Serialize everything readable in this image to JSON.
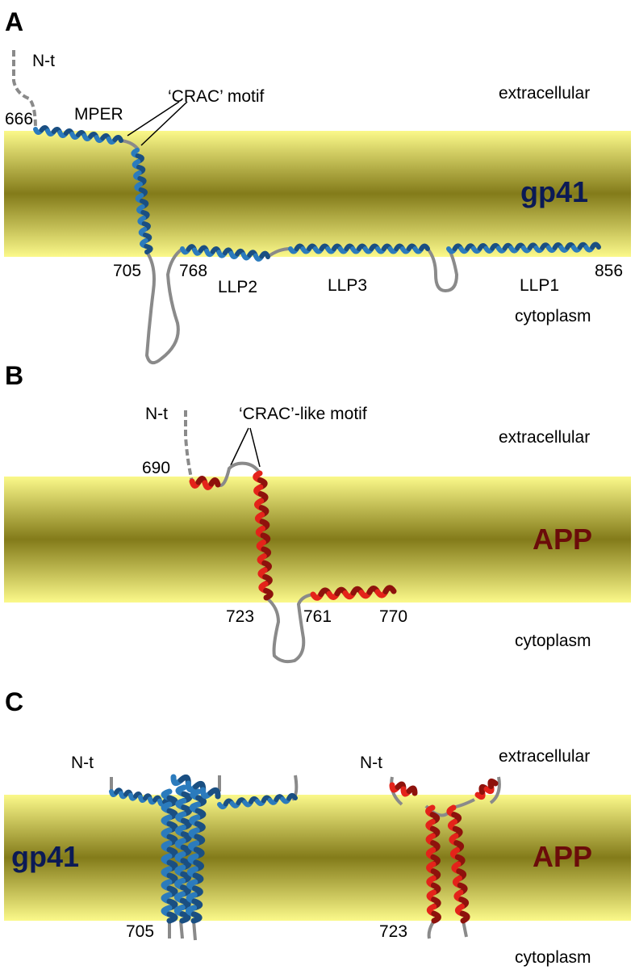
{
  "colors": {
    "membrane_outer": "#fbf98a",
    "membrane_core": "#837b1a",
    "gp41_helix": "#2b7bbd",
    "gp41_helix_dark": "#1a4f82",
    "app_helix": "#e4231a",
    "app_helix_dark": "#8e120c",
    "coil": "#8a8a8a",
    "gp41_label": "#0b1a55",
    "app_label": "#6b0c0a"
  },
  "icons": {
    "helix": "alpha-helix-ribbon-icon",
    "coil": "random-coil-icon",
    "membrane": "lipid-bilayer-band"
  },
  "panels": {
    "a": {
      "letter": "A",
      "protein": "gp41",
      "extracellular": "extracellular",
      "cytoplasm": "cytoplasm",
      "n_term": "N-t",
      "res_666": "666",
      "res_705": "705",
      "res_768": "768",
      "res_856": "856",
      "mper": "MPER",
      "crac": "‘CRAC’ motif",
      "llp2": "LLP2",
      "llp3": "LLP3",
      "llp1": "LLP1"
    },
    "b": {
      "letter": "B",
      "protein": "APP",
      "extracellular": "extracellular",
      "cytoplasm": "cytoplasm",
      "n_term": "N-t",
      "res_690": "690",
      "res_723": "723",
      "res_761": "761",
      "res_770": "770",
      "crac_like": "‘CRAC’-like motif"
    },
    "c": {
      "letter": "C",
      "protein_gp41": "gp41",
      "protein_app": "APP",
      "extracellular": "extracellular",
      "cytoplasm": "cytoplasm",
      "n_term_gp41": "N-t",
      "n_term_app": "N-t",
      "res_705": "705",
      "res_723": "723"
    }
  }
}
